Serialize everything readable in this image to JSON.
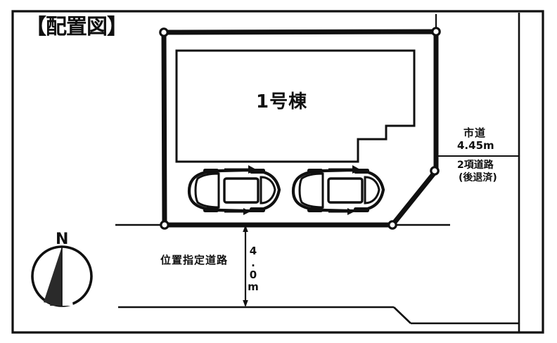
{
  "title": "【配置図】",
  "building": {
    "label": "1号棟"
  },
  "roads": {
    "south_road_label": "位置指定道路",
    "south_road_width": "4.0m",
    "east_road_label": "市道",
    "east_road_width": "4.45m",
    "east_road_type": "2項道路",
    "east_road_note": "(後退済)"
  },
  "compass": {
    "north_label": "N",
    "icon": "compass-north-icon"
  },
  "parking": {
    "count": 2,
    "stall_1": "car-top-view-icon",
    "stall_2": "car-top-view-icon",
    "direction_arrow": "parking-direction-arrow-icon"
  },
  "colors": {
    "ink": "#101010",
    "paper": "#ffffff",
    "line": "#1a1a1a"
  }
}
